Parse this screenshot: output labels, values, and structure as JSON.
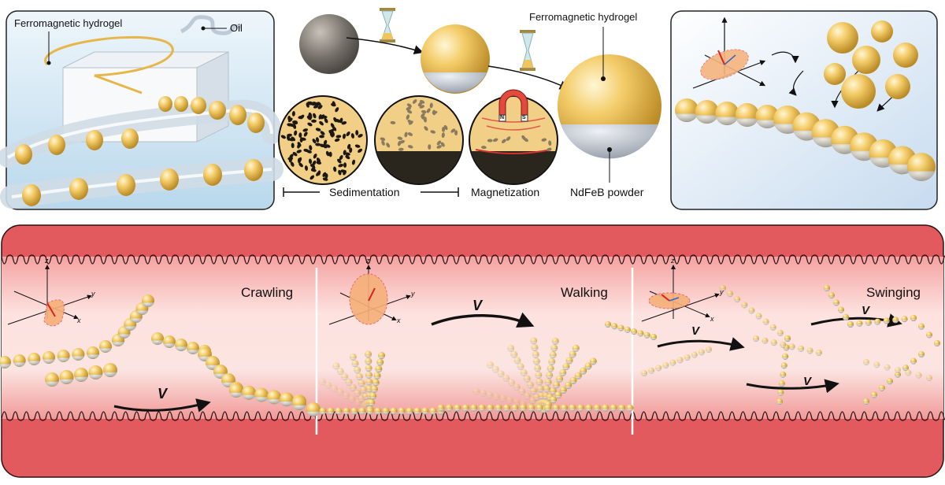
{
  "top": {
    "fabrication": {
      "hydrogel_label": "Ferromagnetic hydrogel",
      "oil_label": "Oil"
    },
    "process": {
      "hydrogel_label": "Ferromagnetic hydrogel",
      "sedimentation_label": "Sedimentation",
      "magnetization_label": "Magnetization",
      "powder_label": "NdFeB powder",
      "magnet_n": "N",
      "magnet_s": "S"
    }
  },
  "bottom": {
    "modes": [
      {
        "name": "Crawling",
        "velocity": "V",
        "axis_z": "z",
        "axis_y": "y",
        "axis_x": "x"
      },
      {
        "name": "Walking",
        "velocity": "V",
        "axis_z": "z",
        "axis_y": "y",
        "axis_x": "x"
      },
      {
        "name": "Swinging",
        "velocity": "V",
        "velocity2": "V",
        "velocity3": "V",
        "axis_z": "z",
        "axis_y": "y",
        "axis_x": "x"
      }
    ]
  },
  "colors": {
    "bead": "#f2c55a",
    "bead_cap": "#c4cad3",
    "vessel_wall": "#e35a5e",
    "vessel_lumen": "#f6b6b3",
    "vessel_outline": "#2a1012"
  }
}
